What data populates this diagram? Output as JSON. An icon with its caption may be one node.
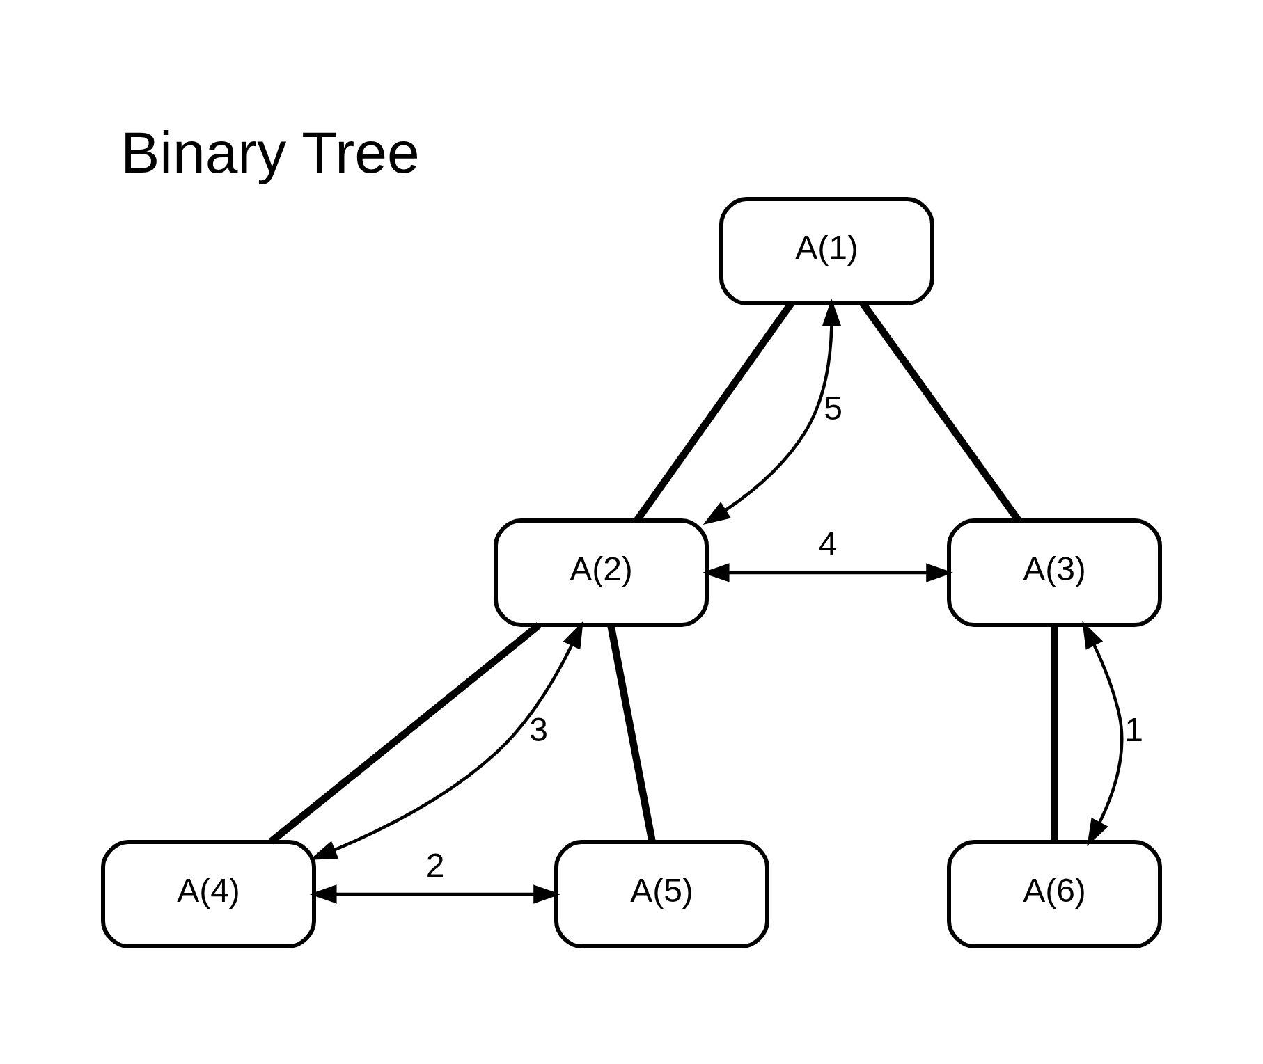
{
  "diagram": {
    "title": "Binary Tree",
    "nodes": [
      {
        "text": [
          "A(1)"
        ]
      },
      {
        "text": [
          "A(2)"
        ]
      },
      {
        "text": [
          "A(3)"
        ]
      },
      {
        "text": [
          "A(4)"
        ]
      },
      {
        "text": [
          "A(5)"
        ]
      },
      {
        "text": [
          "A(6)"
        ]
      }
    ],
    "edges": [
      {
        "from": 0,
        "to": 1,
        "arrow": "none",
        "style": "thick"
      },
      {
        "from": 0,
        "to": 2,
        "arrow": "none",
        "style": "thick"
      },
      {
        "from": 1,
        "to": 3,
        "arrow": "none",
        "style": "thick"
      },
      {
        "from": 1,
        "to": 4,
        "arrow": "none",
        "style": "thick"
      },
      {
        "from": 2,
        "to": 5,
        "arrow": "none",
        "style": "thick"
      },
      {
        "from": 5,
        "to": 2,
        "arrow": "both",
        "label": "1"
      },
      {
        "from": 3,
        "to": 4,
        "arrow": "both",
        "label": "2"
      },
      {
        "from": 3,
        "to": 1,
        "arrow": "both",
        "label": "3"
      },
      {
        "from": 1,
        "to": 2,
        "arrow": "both",
        "label": "4"
      },
      {
        "from": 1,
        "to": 0,
        "arrow": "both",
        "label": "5"
      }
    ]
  }
}
